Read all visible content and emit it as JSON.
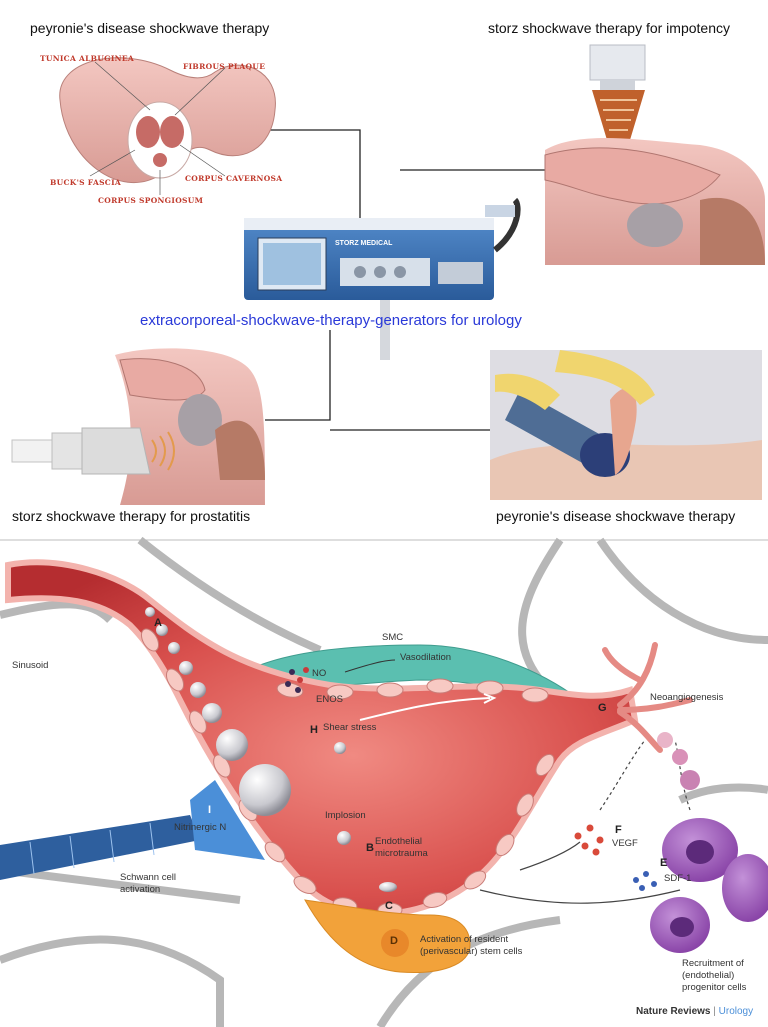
{
  "top": {
    "caption_top_left": "peyronie's disease shockwave therapy",
    "caption_top_right": "storz shockwave therapy for  impotency",
    "caption_center": "extracorporeal-shockwave-therapy-generators for urology",
    "caption_bottom_left": "storz shockwave therapy for prostatitis",
    "caption_bottom_right": "peyronie's disease shockwave therapy",
    "anatomy_labels": {
      "tunica": "TUNICA ALBUGINEA",
      "plaque": "FIBROUS PLAQUE",
      "bucks": "BUCK'S FASCIA",
      "cavernosa": "CORPUS CAVERNOSA",
      "spongiosum": "CORPUS SPONGIOSUM"
    },
    "device_brand": "STORZ MEDICAL"
  },
  "bottom": {
    "sinusoid": "Sinusoid",
    "smc": "SMC",
    "no": "NO",
    "vasodilation": "Vasodilation",
    "enos": "ENOS",
    "shear_stress": "Shear stress",
    "neoangiogenesis": "Neoangiogenesis",
    "nitrinergic": "Nitrinergic N",
    "schwann_1": "Schwann cell",
    "schwann_2": "activation",
    "implosion": "Implosion",
    "endothelial_1": "Endothelial",
    "endothelial_2": "microtrauma",
    "vegf": "VEGF",
    "sdf": "SDF-1",
    "activation_1": "Activation of resident",
    "activation_2": "(perivascular) stem cells",
    "recruitment_1": "Recruitment of",
    "recruitment_2": "(endothelial)",
    "recruitment_3": "progenitor cells",
    "letters": {
      "a": "A",
      "b": "B",
      "c": "C",
      "d": "D",
      "e": "E",
      "f": "F",
      "g": "G",
      "h": "H",
      "i": "I"
    },
    "credit_brand": "Nature Reviews",
    "credit_sep": " | ",
    "credit_journal": "Urology"
  },
  "colors": {
    "caption_blue": "#2a39d8",
    "vessel_red": "#c8373a",
    "smc_teal": "#5bbfb0",
    "nerve_blue": "#4b8fd8",
    "stem_orange": "#f2a23a",
    "progenitor_purple": "#9a53b8"
  }
}
